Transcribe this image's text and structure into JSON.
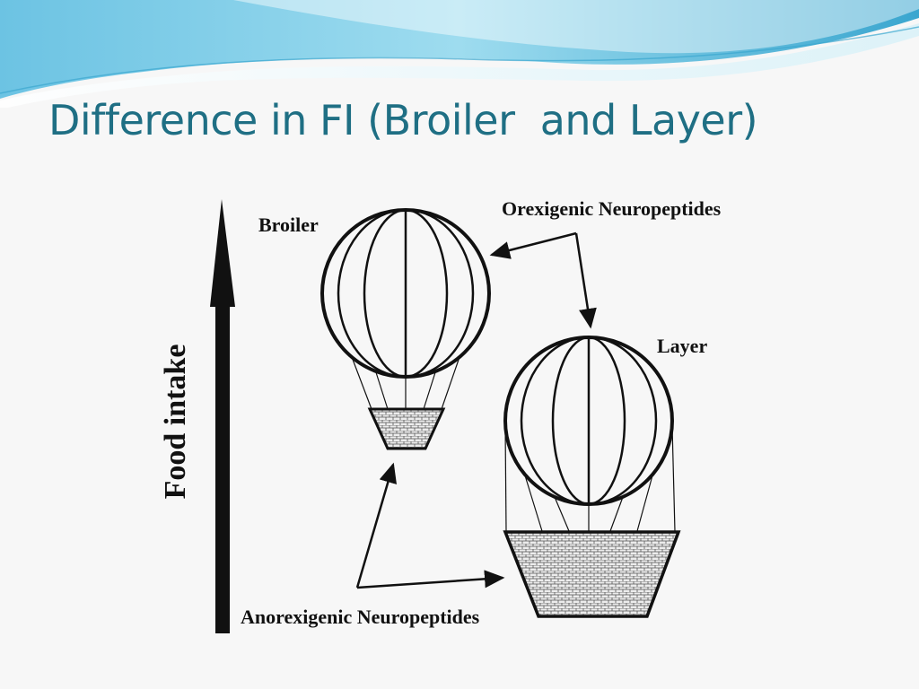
{
  "slide": {
    "title": "Difference in FI (Broiler  and Layer)"
  },
  "diagram": {
    "axis_label": "Food intake",
    "broiler_label": "Broiler",
    "layer_label": "Layer",
    "orexigenic_label": "Orexigenic Neuropeptides",
    "anorexigenic_label": "Anorexigenic Neuropeptides"
  },
  "colors": {
    "title": "#1f6f84",
    "wave_dark": "#3aa6cf",
    "wave_light": "#9edcef",
    "ink": "#111111"
  }
}
